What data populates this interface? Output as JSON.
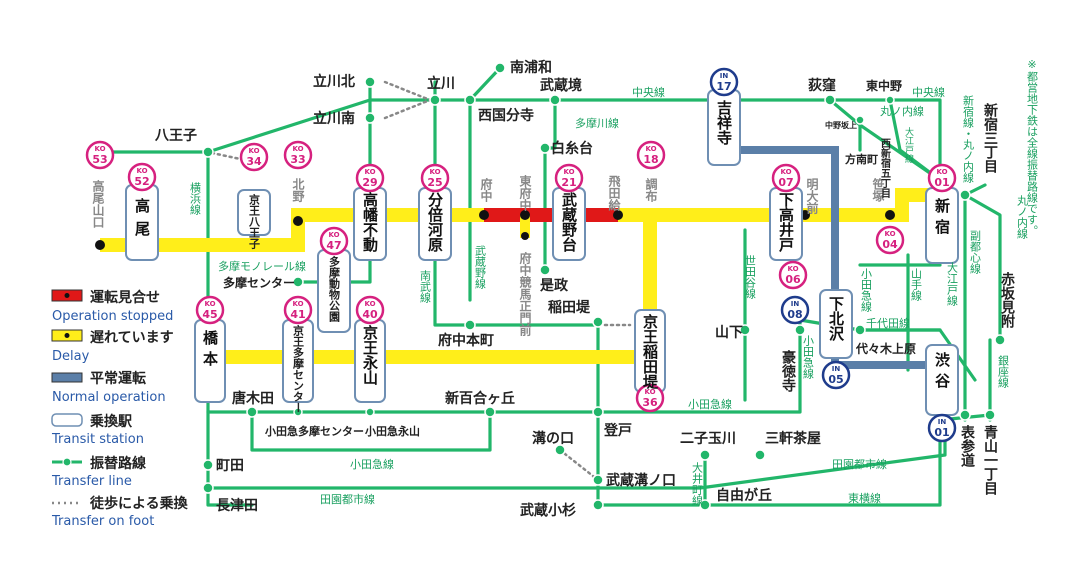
{
  "colors": {
    "stopped": "#e01818",
    "delay": "#ffee1a",
    "normal": "#5b7fa8",
    "transfer_line": "#22b66a",
    "keio_code": "#d6217f",
    "inokashira_code": "#1f3c8c",
    "foot": "#888888"
  },
  "note_top_right": "※都営地下鉄は全線振替路線です。",
  "legend": {
    "stopped": {
      "jp": "運転見合せ",
      "en": "Operation stopped"
    },
    "delay": {
      "jp": "遅れています",
      "en": "Delay"
    },
    "normal": {
      "jp": "平常運転",
      "en": "Normal operation"
    },
    "transit": {
      "jp": "乗換駅",
      "en": "Transit station"
    },
    "transfer": {
      "jp": "振替路線",
      "en": "Transfer line"
    },
    "foot": {
      "jp": "徒歩による乗換",
      "en": "Transfer on foot"
    }
  },
  "keio_stations": {
    "takaosanguchi": "高尾山口",
    "takao": {
      "code_pre": "KO",
      "code_num": "52",
      "name": "高尾"
    },
    "takaosan_code": {
      "code_pre": "KO",
      "code_num": "53"
    },
    "keiohachioji": {
      "code_pre": "KO",
      "code_num": "34",
      "name": "京王八王子"
    },
    "kitano": {
      "code_pre": "KO",
      "code_num": "33",
      "name": "北野"
    },
    "takahatafudo": {
      "code_pre": "KO",
      "code_num": "29",
      "name": "高幡不動"
    },
    "tamadobutsukoen": {
      "code_pre": "KO",
      "code_num": "47",
      "name": "多摩動物公園"
    },
    "bubaigawara": {
      "code_pre": "KO",
      "code_num": "25",
      "name": "分倍河原"
    },
    "fuchu": "府中",
    "higashifuchu": "東府中",
    "fuchukeibaseimonmae": "府中競馬正門前",
    "musashinodai": {
      "code_pre": "KO",
      "code_num": "21",
      "name": "武蔵野台"
    },
    "tobitakyu": "飛田給",
    "chofu": {
      "code_pre": "KO",
      "code_num": "18",
      "name": "調布"
    },
    "shimotakaido": {
      "code_pre": "KO",
      "code_num": "07",
      "name": "下高井戸"
    },
    "meidaimae": {
      "code_pre": "KO",
      "code_num": "06",
      "name": "明大前"
    },
    "sasazuka": {
      "code_pre": "KO",
      "code_num": "04",
      "name": "笹塚"
    },
    "shinjuku": {
      "code_pre": "KO",
      "code_num": "01",
      "name": "新宿"
    },
    "hashimoto": {
      "code_pre": "KO",
      "code_num": "45",
      "name": "橋本"
    },
    "keiotamacenter": {
      "code_pre": "KO",
      "code_num": "41",
      "name": "京王多摩センター"
    },
    "keionagayama": {
      "code_pre": "KO",
      "code_num": "40",
      "name": "京王永山"
    },
    "keioinadazutsumi": {
      "code_pre": "KO",
      "code_num": "36",
      "name": "京王稲田堤"
    },
    "kichijoji": {
      "code_pre": "IN",
      "code_num": "17",
      "name": "吉祥寺"
    },
    "shimokitazawa": {
      "code_pre": "IN",
      "code_num": "05",
      "name": "下北沢"
    },
    "shimokita_in08": {
      "code_pre": "IN",
      "code_num": "08"
    },
    "shibuya": {
      "code_pre": "IN",
      "code_num": "01",
      "name": "渋谷"
    }
  },
  "other_stations": {
    "hachioji": "八王子",
    "tachikawakita": "立川北",
    "tachikawaminami": "立川南",
    "tachikawa": "立川",
    "minamiurawa": "南浦和",
    "nishikokubunji": "西国分寺",
    "musashisakai": "武蔵境",
    "shiraitodai": "白糸台",
    "koremasa": "是政",
    "ogikubo": "荻窪",
    "nakanosakaue": "中野坂上",
    "higashinakano": "東中野",
    "higashishinjuku_nishi": "西新宿五丁目",
    "honancho": "方南町",
    "shinjukusanchome": "新宿三丁目",
    "akasakamitsuke": "赤坂見附",
    "aoyamaitchome": "青山一丁目",
    "omotesando": "表参道",
    "yoyogiuehara": "代々木上原",
    "yamashita": "山下",
    "gotokuji": "豪徳寺",
    "inadazutsumi": "稲田堤",
    "fuchuhommachi": "府中本町",
    "tamacenter": "多摩センター",
    "karakida": "唐木田",
    "odakyu_tamacenter": "小田急多摩センター",
    "odakyu_nagayama": "小田急永山",
    "shinyurigaoka": "新百合ヶ丘",
    "noborito": "登戸",
    "futakotamagawa": "二子玉川",
    "sangenjaya": "三軒茶屋",
    "mizonokuchi": "溝の口",
    "musashimizonokuchi": "武蔵溝ノ口",
    "jiyugaoka": "自由が丘",
    "machida": "町田",
    "nagatsuta": "長津田",
    "musashikosugi": "武蔵小杉"
  },
  "lines": {
    "yokohama": "横浜線",
    "chuo": "中央線",
    "tamagawa": "多摩川線",
    "musashino": "武蔵野線",
    "nambu": "南武線",
    "tama_monorail": "多摩モノレール線",
    "marunouchi": "丸ノ内線",
    "chuo2": "中央線",
    "oedo": "大江戸線",
    "oedo2": "大江戸線",
    "shinjuku_marunouchi": "新宿線・丸ノ内線",
    "fukutoshin": "副都心線",
    "marunouchi2": "丸ノ内線",
    "ginza": "銀座線",
    "setagaya": "世田谷線",
    "odakyu": "小田急線",
    "odakyu2": "小田急線",
    "odakyu3": "小田急線",
    "odakyu4": "小田急線",
    "yamanote": "山手線",
    "chiyoda": "千代田線",
    "denentoshi": "田園都市線",
    "denentoshi2": "田園都市線",
    "oimachi": "大井町線",
    "toyoko": "東横線"
  }
}
